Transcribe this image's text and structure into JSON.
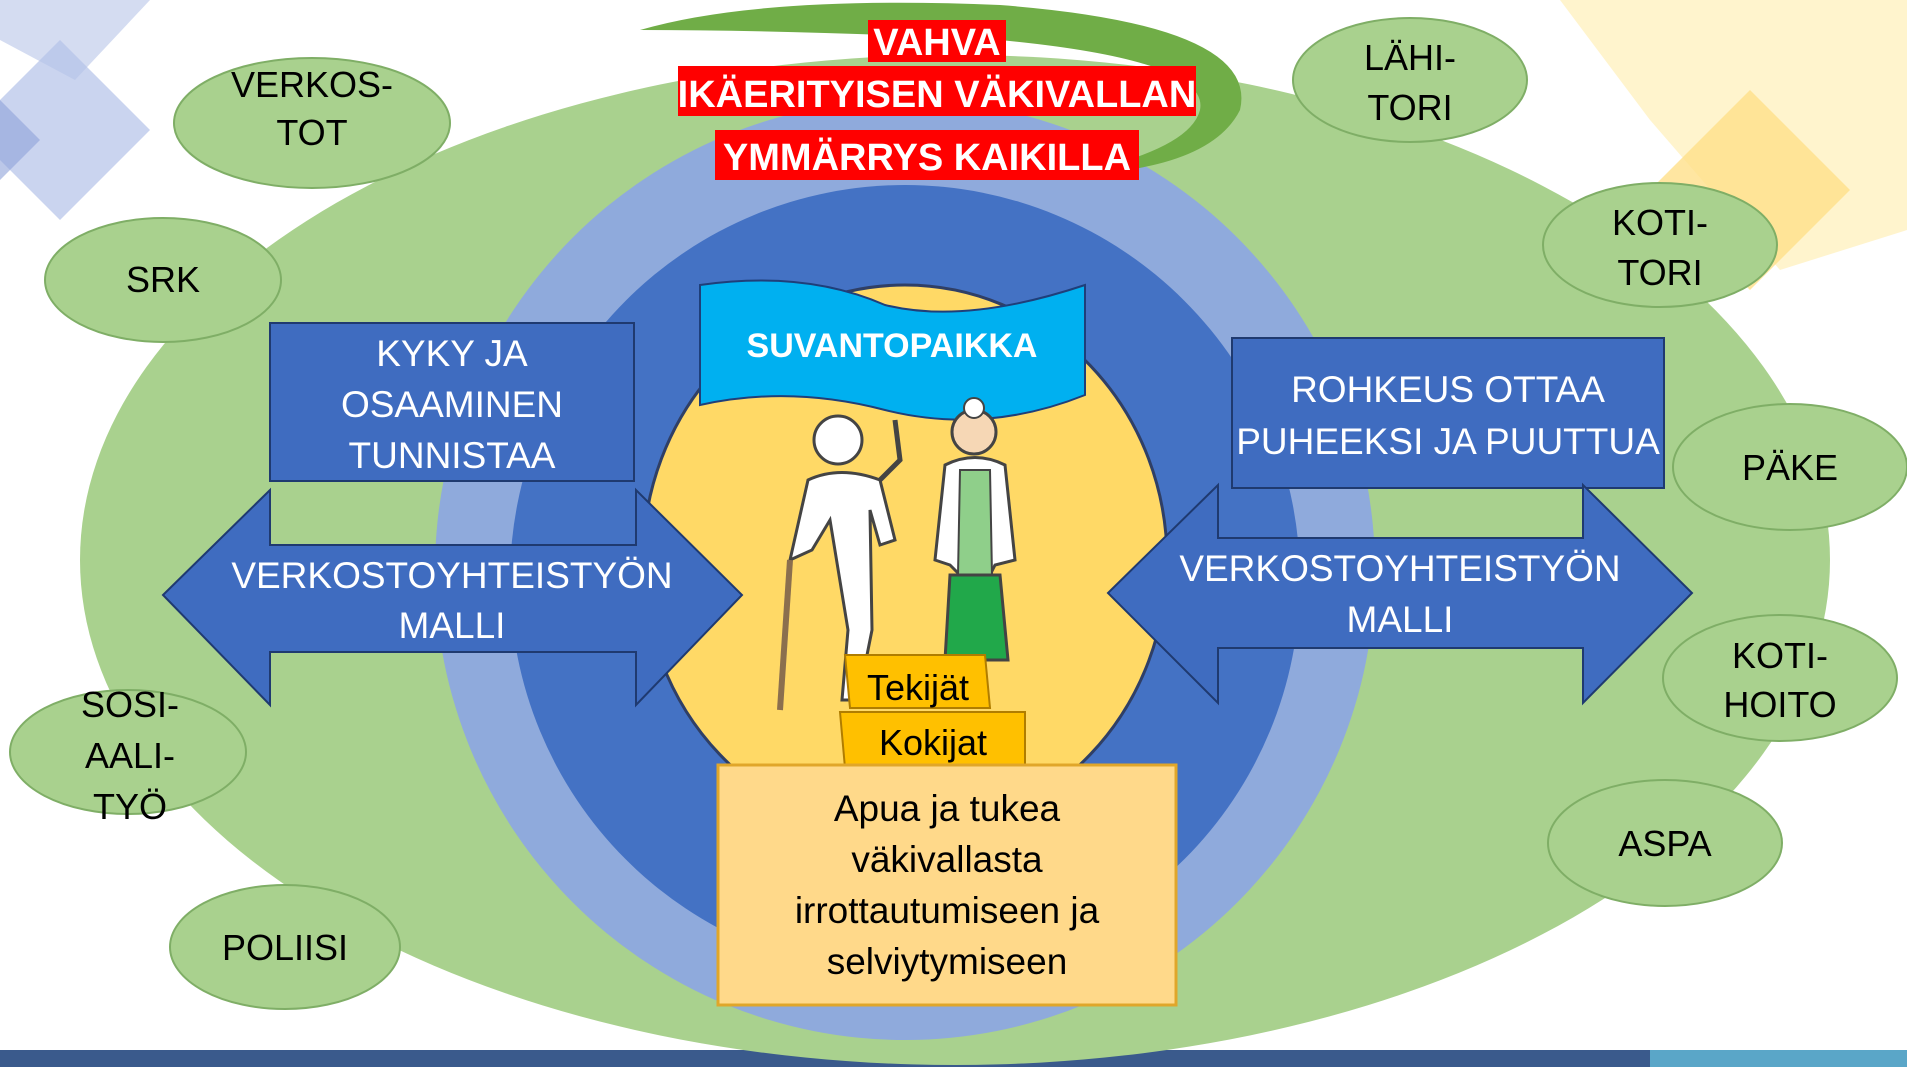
{
  "title": {
    "lines": [
      "VAHVA",
      "IKÄERITYISEN VÄKIVALLAN",
      "YMMÄRRYS KAIKILLA"
    ]
  },
  "center_banner": "SUVANTOPAIKKA",
  "left_box": {
    "lines": [
      "KYKY JA",
      "OSAAMINEN",
      "TUNNISTAA"
    ]
  },
  "right_box": {
    "lines": [
      "ROHKEUS OTTAA",
      "PUHEEKSI JA PUUTTUA"
    ]
  },
  "left_arrow": {
    "lines": [
      "VERKOSTOYHTEISTYÖN",
      "MALLI"
    ]
  },
  "right_arrow": {
    "lines": [
      "VERKOSTOYHTEISTYÖN",
      "MALLI"
    ]
  },
  "tags": {
    "doers": "Tekijät",
    "experiencers": "Kokijat"
  },
  "help_box": {
    "lines": [
      "Apua ja tukea",
      "väkivallasta",
      "irrottautumiseen ja",
      "selviytymiseen"
    ]
  },
  "partners": {
    "verkostot": [
      "VERKOS-",
      "TOT"
    ],
    "srk": [
      "SRK"
    ],
    "sosiaalityo": [
      "SOSI-",
      "AALI-",
      "TYÖ"
    ],
    "poliisi": [
      "POLIISI"
    ],
    "lahitori": [
      "LÄHI-",
      "TORI"
    ],
    "kotitori": [
      "KOTI-",
      "TORI"
    ],
    "pake": [
      "PÄKE"
    ],
    "kotihoito": [
      "KOTI-",
      "HOITO"
    ],
    "aspa": [
      "ASPA"
    ]
  },
  "colors": {
    "outer_green": "#a9d18e",
    "ring_light_blue": "#8faadc",
    "ring_blue": "#4472c4",
    "center_yellow": "#ffd966",
    "box_blue": "#3f6cc0",
    "node_green": "#a9d18e",
    "title_red": "#ff0000",
    "arc_green": "#70ad47",
    "banner_cyan": "#00b0f0",
    "tag_orange": "#ffc000",
    "help_fill": "#ffd98a"
  }
}
